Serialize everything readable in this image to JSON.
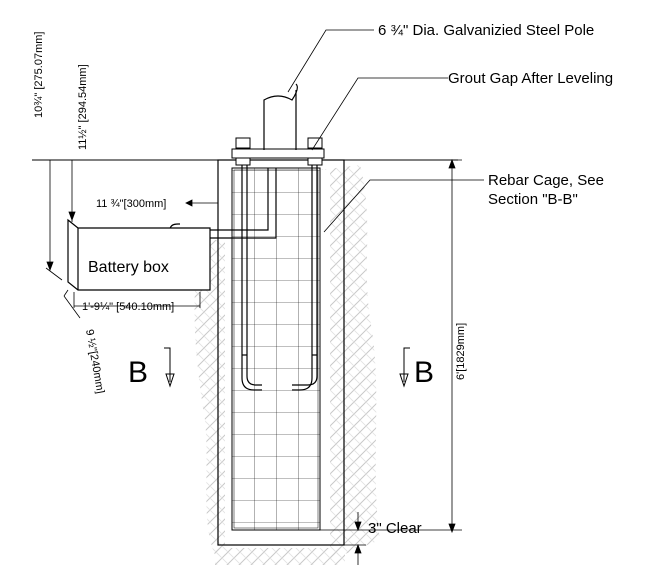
{
  "labels": {
    "pole": "6 ¾\" Dia. Galvanizied Steel Pole",
    "grout": "Grout Gap After Leveling",
    "rebar_line1": "Rebar Cage, See",
    "rebar_line2": "Section \"B-B\"",
    "battery_box": "Battery box",
    "clear": "3\" Clear",
    "section_left": "B",
    "section_right": "B"
  },
  "dimensions": {
    "box_height": "10¾\" [275.07mm]",
    "box_top_depth": "11½\" [294.54mm]",
    "box_offset": "11 ¾\"[300mm]",
    "box_width": "1'-9¼\" [540.10mm]",
    "box_depth": "9 ½\"[240mm]",
    "foundation_depth": "6'[1829mm]"
  },
  "colors": {
    "line": "#000000",
    "soil": "#d8d8d8",
    "page": "#ffffff"
  }
}
